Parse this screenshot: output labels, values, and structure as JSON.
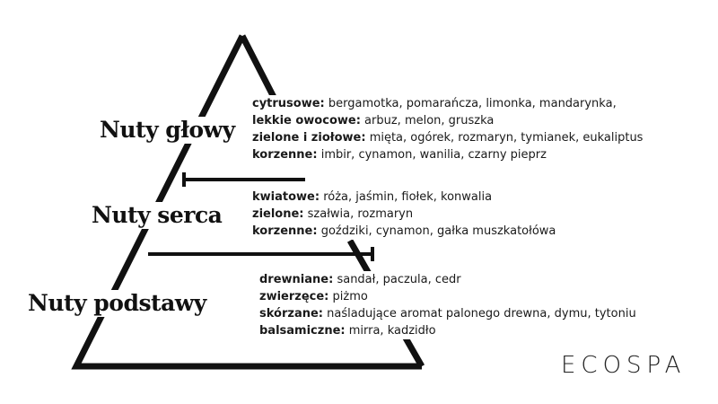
{
  "tiers": [
    {
      "title": "Nuty głowy",
      "notes": [
        {
          "category": "cytrusowe:",
          "items": "bergamotka, pomarańcza, limonka, mandarynka,"
        },
        {
          "category": "lekkie owocowe:",
          "items": "arbuz, melon, gruszka"
        },
        {
          "category": "zielone i ziołowe:",
          "items": "mięta, ogórek, rozmaryn, tymianek, eukaliptus"
        },
        {
          "category": "korzenne:",
          "items": "imbir, cynamon, wanilia, czarny pieprz"
        }
      ]
    },
    {
      "title": "Nuty serca",
      "notes": [
        {
          "category": "kwiatowe:",
          "items": "róża, jaśmin, fiołek, konwalia"
        },
        {
          "category": "zielone:",
          "items": "szałwia, rozmaryn"
        },
        {
          "category": "korzenne:",
          "items": "goździki, cynamon, gałka muszkatołówa"
        }
      ]
    },
    {
      "title": "Nuty podstawy",
      "notes": [
        {
          "category": "drewniane:",
          "items": "sandał, paczula, cedr"
        },
        {
          "category": "zwierzęce:",
          "items": "piżmo"
        },
        {
          "category": "skórzane:",
          "items": "naśladujące aromat palonego drewna, dymu, tytoniu"
        },
        {
          "category": "balsamiczne:",
          "items": "mirra, kadzidło"
        }
      ]
    }
  ],
  "brand": "ECOSPA"
}
